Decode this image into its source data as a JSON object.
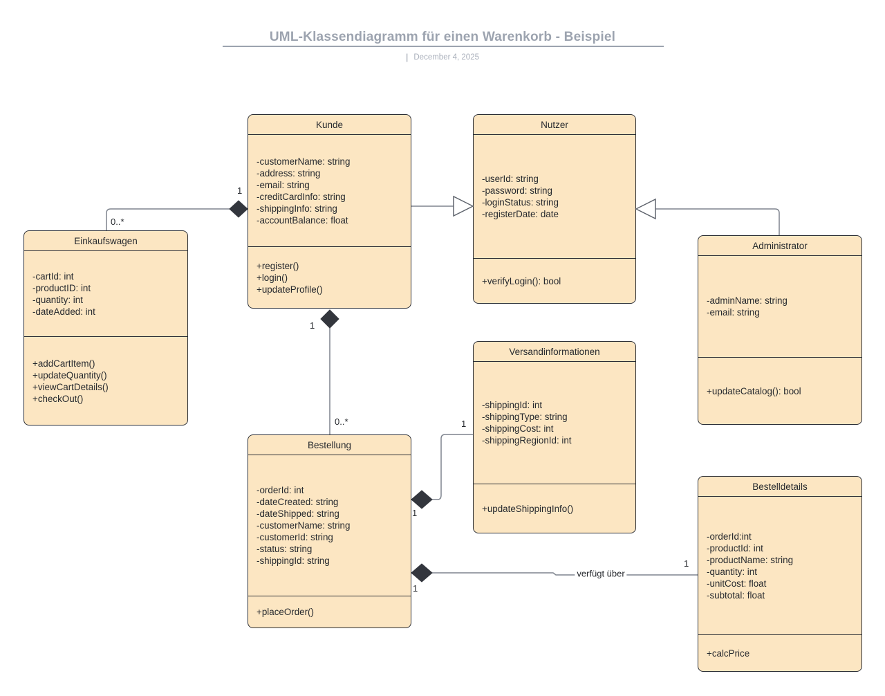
{
  "page": {
    "title": "UML-Klassendiagramm für einen Warenkorb - Beispiel",
    "date_divider": "|",
    "date": "December 4, 2025"
  },
  "colors": {
    "class_fill": "#fce6c2",
    "class_border": "#2b2e35",
    "connector_line": "#7e848e",
    "composition_diamond": "#33363d",
    "title_gray": "#9ca3af",
    "text": "#26292e"
  },
  "classes": [
    {
      "name": "Kunde",
      "attributes": [
        "-customerName: string",
        "-address: string",
        "-email: string",
        "-creditCardInfo: string",
        "-shippingInfo: string",
        "-accountBalance: float"
      ],
      "methods": [
        "+register()",
        "+login()",
        "+updateProfile()"
      ]
    },
    {
      "name": "Nutzer",
      "attributes": [
        "-userId: string",
        "-password: string",
        "-loginStatus: string",
        "-registerDate: date"
      ],
      "methods": [
        "+verifyLogin(): bool"
      ]
    },
    {
      "name": "Einkaufswagen",
      "attributes": [
        "-cartId: int",
        "-productID: int",
        "-quantity: int",
        "-dateAdded: int"
      ],
      "methods": [
        "+addCartItem()",
        "+updateQuantity()",
        "+viewCartDetails()",
        "+checkOut()"
      ]
    },
    {
      "name": "Administrator",
      "attributes": [
        "-adminName: string",
        "-email: string"
      ],
      "methods": [
        "+updateCatalog(): bool"
      ]
    },
    {
      "name": "Versandinformationen",
      "attributes": [
        "-shippingId: int",
        "-shippingType: string",
        "-shippingCost: int",
        "-shippingRegionId: int"
      ],
      "methods": [
        "+updateShippingInfo()"
      ]
    },
    {
      "name": "Bestellung",
      "attributes": [
        "-orderId: int",
        "-dateCreated: string",
        "-dateShipped: string",
        "-customerName: string",
        "-customerId: string",
        "-status: string",
        "-shippingId: string"
      ],
      "methods": [
        "+placeOrder()"
      ]
    },
    {
      "name": "Bestelldetails",
      "attributes": [
        "-orderId:int",
        "-productId: int",
        "-productName: string",
        "-quantity: int",
        "-unitCost: float",
        "-subtotal: float"
      ],
      "methods": [
        "+calcPrice"
      ]
    }
  ],
  "relations": [
    {
      "type": "composition",
      "from": "Kunde",
      "to": "Einkaufswagen",
      "labels": {
        "source": "1",
        "target": "0..*"
      }
    },
    {
      "type": "generalization",
      "from": "Kunde",
      "to": "Nutzer",
      "labels": {}
    },
    {
      "type": "generalization",
      "from": "Administrator",
      "to": "Nutzer",
      "labels": {}
    },
    {
      "type": "composition",
      "from": "Kunde",
      "to": "Bestellung",
      "labels": {
        "source": "1",
        "target": "0..*"
      }
    },
    {
      "type": "composition",
      "from": "Bestellung",
      "to": "Versandinformationen",
      "labels": {
        "source": "1",
        "target": "1"
      }
    },
    {
      "type": "composition",
      "from": "Bestellung",
      "to": "Bestelldetails",
      "name": "verfügt über",
      "labels": {
        "source": "1",
        "target": "1"
      }
    }
  ]
}
